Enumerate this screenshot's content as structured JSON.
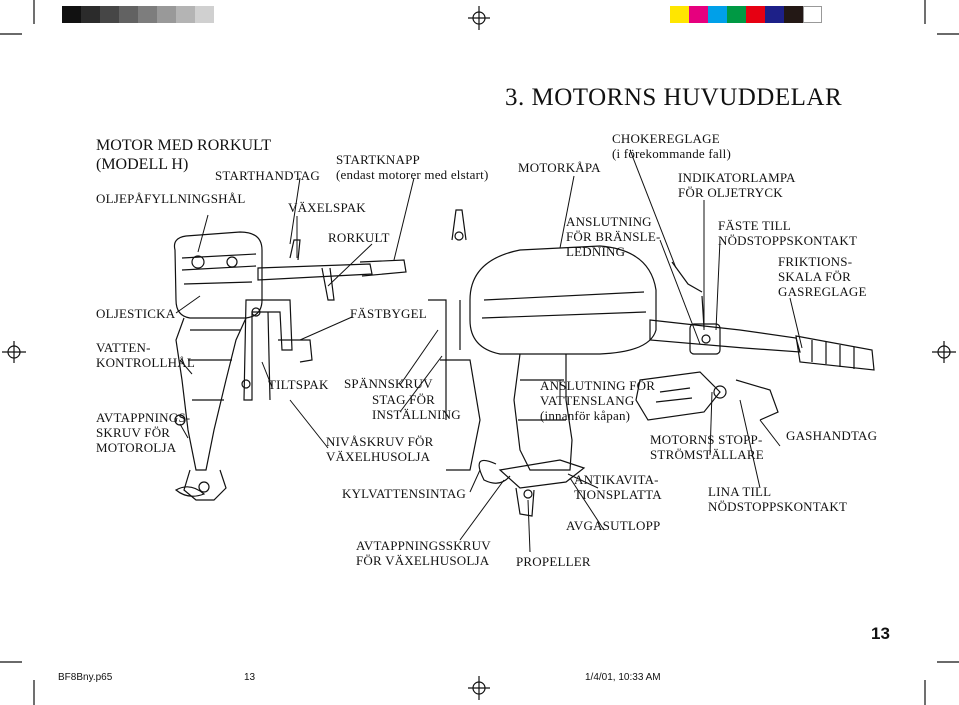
{
  "title": "3. MOTORNS HUVUDDELAR",
  "heading": [
    "MOTOR MED RORKULT",
    "(MODELL H)"
  ],
  "labels": {
    "starthandtag": "STARTHANDTAG",
    "startknapp": [
      "STARTKNAPP",
      "(endast motorer med elstart)"
    ],
    "oljepafyllningshal": "OLJEPÅFYLLNINGSHÅL",
    "vaxelspak": "VÄXELSPAK",
    "rorkult": "RORKULT",
    "oljesticka": "OLJESTICKA",
    "fastbygel": "FÄSTBYGEL",
    "vattenkontrollhal": [
      "VATTEN-",
      "KONTROLLHÅL"
    ],
    "tiltspak": "TILTSPAK",
    "spannskruv": "SPÄNNSKRUV",
    "stag": [
      "STAG FÖR",
      "INSTÄLLNING"
    ],
    "avtappningsskruv_motorolja": [
      "AVTAPPNINGS-",
      "SKRUV FÖR",
      "MOTOROLJA"
    ],
    "nivaskruv": [
      "NIVÅSKRUV FÖR",
      "VÄXELHUSOLJA"
    ],
    "kylvattensintag": "KYLVATTENSINTAG",
    "avtappningsskruv_vaxelhusolja": [
      "AVTAPPNINGSSKRUV",
      "FÖR VÄXELHUSOLJA"
    ],
    "motorkapa": "MOTORKÅPA",
    "chokereglage": [
      "CHOKEREGLAGE",
      "(i förekommande fall)"
    ],
    "indikatorlampa": [
      "INDIKATORLAMPA",
      "FÖR OLJETRYCK"
    ],
    "anslutning_bransle": [
      "ANSLUTNING",
      "FÖR BRÄNSLE-",
      "LEDNING"
    ],
    "faste": [
      "FÄSTE TILL",
      "NÖDSTOPPSKONTAKT"
    ],
    "friktion": [
      "FRIKTIONS-",
      "SKALA FÖR",
      "GASREGLAGE"
    ],
    "anslutning_vatten": [
      "ANSLUTNING FÖR",
      "VATTENSLANG",
      "(innanför kåpan)"
    ],
    "stoppstromstallare": [
      "MOTORNS STOPP-",
      "STRÖMSTÄLLARE"
    ],
    "gashandtag": "GASHANDTAG",
    "antikavitation": [
      "ANTIKAVITA-",
      "TIONSPLATTA"
    ],
    "lina": [
      "LINA TILL",
      "NÖDSTOPPSKONTAKT"
    ],
    "avgasutlopp": "AVGASUTLOPP",
    "propeller": "PROPELLER"
  },
  "page_number": "13",
  "footer": {
    "file": "BF8Bny.p65",
    "page": "13",
    "date": "1/4/01, 10:33 AM"
  },
  "colors": {
    "gray_bar": [
      "#111111",
      "#2b2b2b",
      "#464646",
      "#626262",
      "#7d7d7d",
      "#999999",
      "#b4b4b4",
      "#d0d0d0"
    ],
    "color_bar": [
      "#ffe600",
      "#e6007e",
      "#00a0e9",
      "#009944",
      "#e60012",
      "#1d2088",
      "#231815",
      "#ffffff"
    ]
  }
}
